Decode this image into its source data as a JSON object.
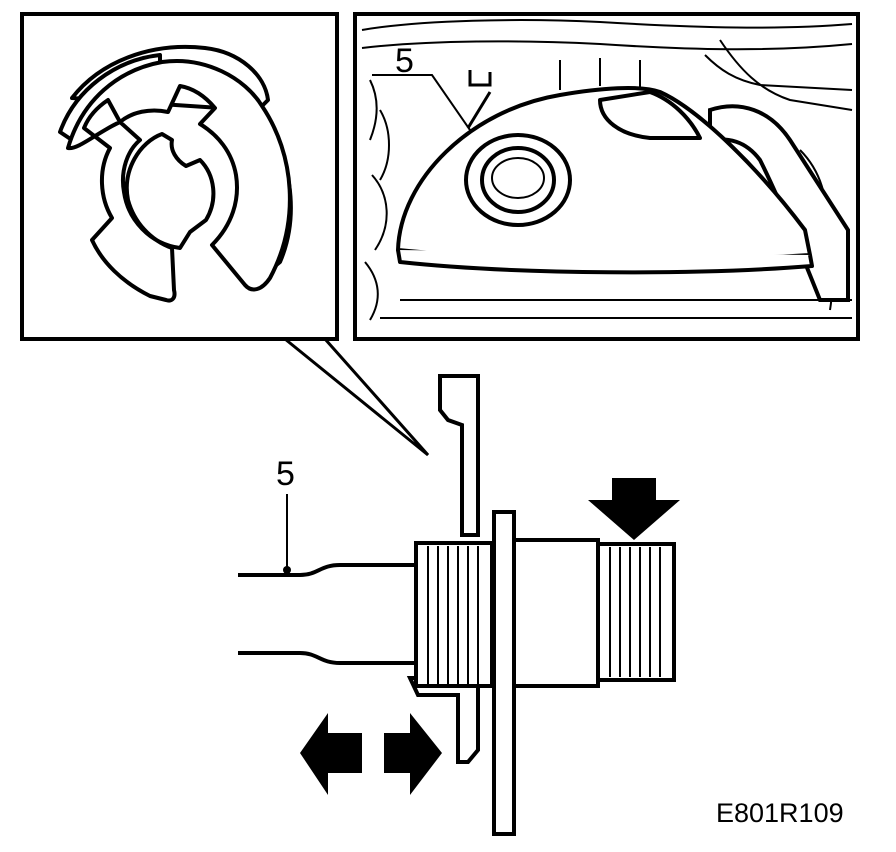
{
  "callouts": {
    "part_number_main": "5",
    "part_number_inset": "5"
  },
  "figure_code": "E801R109",
  "icons": {
    "clip": "retaining-clip-icon",
    "arrow_down": "arrow-down-icon",
    "arrow_left": "arrow-left-icon",
    "arrow_right": "arrow-right-icon"
  },
  "colors": {
    "ink": "#000000",
    "paper": "#ffffff"
  }
}
